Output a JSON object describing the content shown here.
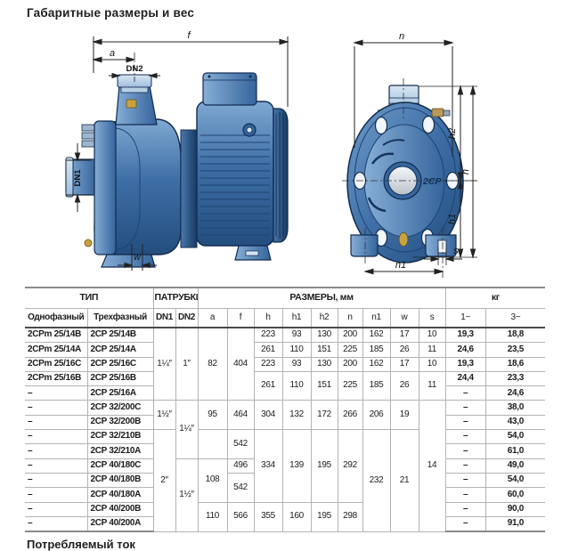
{
  "page": {
    "title": "Габаритные размеры и вес",
    "bottom_text": "Потребляемый ток"
  },
  "colors": {
    "pump_blue": "#3e6ea6",
    "pump_navy": "#122c50",
    "pump_light": "#c9dcee",
    "brass": "#c9a23f"
  },
  "drawings": {
    "side_view": {
      "dim_labels": {
        "f": "f",
        "a": "a",
        "dn2": "DN2",
        "dn1": "DN1",
        "w": "w"
      }
    },
    "front_view": {
      "dim_labels": {
        "n": "n",
        "h2": "h2",
        "h": "h",
        "h1": "h1",
        "n1": "n1",
        "s": "s"
      },
      "body_marking": "2CP"
    }
  },
  "table": {
    "groups": [
      {
        "label": "ТИП",
        "span": 2
      },
      {
        "label": "ПАТРУБКИ",
        "span": 2
      },
      {
        "label": "РАЗМЕРЫ, мм",
        "span": 9
      },
      {
        "label": "кг",
        "span": 2
      }
    ],
    "columns": [
      {
        "label": "Однофазный",
        "b": 1
      },
      {
        "label": "Трехфазный",
        "b": 1
      },
      {
        "label": "DN1",
        "b": 1
      },
      {
        "label": "DN2",
        "b": 1
      },
      {
        "label": "a"
      },
      {
        "label": "f"
      },
      {
        "label": "h"
      },
      {
        "label": "h1"
      },
      {
        "label": "h2"
      },
      {
        "label": "n"
      },
      {
        "label": "n1"
      },
      {
        "label": "w"
      },
      {
        "label": "s"
      },
      {
        "label": "1~"
      },
      {
        "label": "3~"
      }
    ],
    "rows": [
      [
        {
          "t": "2CPm 25/14B",
          "b": 1,
          "l": 1
        },
        {
          "t": "2CP 25/14B",
          "b": 1,
          "l": 1
        },
        {
          "t": "1¼″",
          "rs": 5
        },
        {
          "t": "1″",
          "rs": 5
        },
        {
          "t": "82",
          "rs": 5
        },
        {
          "t": "404",
          "rs": 5
        },
        {
          "t": "223"
        },
        {
          "t": "93"
        },
        {
          "t": "130"
        },
        {
          "t": "200"
        },
        {
          "t": "162"
        },
        {
          "t": "17"
        },
        {
          "t": "10"
        },
        {
          "t": "19,3",
          "b": 1
        },
        {
          "t": "18,8",
          "b": 1
        }
      ],
      [
        {
          "t": "2CPm 25/14A",
          "b": 1,
          "l": 1
        },
        {
          "t": "2CP 25/14A",
          "b": 1,
          "l": 1
        },
        {
          "t": "261"
        },
        {
          "t": "110"
        },
        {
          "t": "151"
        },
        {
          "t": "225"
        },
        {
          "t": "185"
        },
        {
          "t": "26"
        },
        {
          "t": "11"
        },
        {
          "t": "24,6",
          "b": 1
        },
        {
          "t": "23,5",
          "b": 1
        }
      ],
      [
        {
          "t": "2CPm 25/16C",
          "b": 1,
          "l": 1
        },
        {
          "t": "2CP 25/16C",
          "b": 1,
          "l": 1
        },
        {
          "t": "223"
        },
        {
          "t": "93"
        },
        {
          "t": "130"
        },
        {
          "t": "200"
        },
        {
          "t": "162"
        },
        {
          "t": "17"
        },
        {
          "t": "10"
        },
        {
          "t": "19,3",
          "b": 1
        },
        {
          "t": "18,6",
          "b": 1
        }
      ],
      [
        {
          "t": "2CPm 25/16B",
          "b": 1,
          "l": 1
        },
        {
          "t": "2CP 25/16B",
          "b": 1,
          "l": 1
        },
        {
          "t": "261",
          "rs": 2
        },
        {
          "t": "110",
          "rs": 2
        },
        {
          "t": "151",
          "rs": 2
        },
        {
          "t": "225",
          "rs": 2
        },
        {
          "t": "185",
          "rs": 2
        },
        {
          "t": "26",
          "rs": 2
        },
        {
          "t": "11",
          "rs": 2
        },
        {
          "t": "24,4",
          "b": 1
        },
        {
          "t": "23,3",
          "b": 1
        }
      ],
      [
        {
          "t": "–",
          "b": 1,
          "l": 1
        },
        {
          "t": "2CP 25/16A",
          "b": 1,
          "l": 1
        },
        {
          "t": "–",
          "b": 1
        },
        {
          "t": "24,6",
          "b": 1
        }
      ],
      [
        {
          "t": "–",
          "b": 1,
          "l": 1
        },
        {
          "t": "2CP 32/200C",
          "b": 1,
          "l": 1
        },
        {
          "t": "1½″",
          "rs": 2
        },
        {
          "t": "1¼″",
          "rs": 4
        },
        {
          "t": "95",
          "rs": 2
        },
        {
          "t": "464",
          "rs": 2
        },
        {
          "t": "304",
          "rs": 2
        },
        {
          "t": "132",
          "rs": 2
        },
        {
          "t": "172",
          "rs": 2
        },
        {
          "t": "266",
          "rs": 2
        },
        {
          "t": "206",
          "rs": 2
        },
        {
          "t": "19",
          "rs": 2
        },
        {
          "t": "14",
          "rs": 9
        },
        {
          "t": "–",
          "b": 1
        },
        {
          "t": "38,0",
          "b": 1
        }
      ],
      [
        {
          "t": "–",
          "b": 1,
          "l": 1
        },
        {
          "t": "2CP 32/200B",
          "b": 1,
          "l": 1
        },
        {
          "t": "–",
          "b": 1
        },
        {
          "t": "43,0",
          "b": 1
        }
      ],
      [
        {
          "t": "–",
          "b": 1,
          "l": 1
        },
        {
          "t": "2CP 32/210B",
          "b": 1,
          "l": 1
        },
        {
          "t": "2″",
          "rs": 7
        },
        {
          "t": "",
          "rs": 2
        },
        {
          "t": "542",
          "rs": 2
        },
        {
          "t": "334",
          "rs": 5
        },
        {
          "t": "139",
          "rs": 5
        },
        {
          "t": "195",
          "rs": 5
        },
        {
          "t": "292",
          "rs": 5
        },
        {
          "t": "232",
          "rs": 7
        },
        {
          "t": "21",
          "rs": 7
        },
        {
          "t": "–",
          "b": 1
        },
        {
          "t": "54,0",
          "b": 1
        }
      ],
      [
        {
          "t": "–",
          "b": 1,
          "l": 1
        },
        {
          "t": "2CP 32/210A",
          "b": 1,
          "l": 1
        },
        {
          "t": "–",
          "b": 1
        },
        {
          "t": "61,0",
          "b": 1
        }
      ],
      [
        {
          "t": "–",
          "b": 1,
          "l": 1
        },
        {
          "t": "2CP 40/180C",
          "b": 1,
          "l": 1
        },
        {
          "t": "1½″",
          "rs": 5
        },
        {
          "t": "108",
          "rs": 3
        },
        {
          "t": "496"
        },
        {
          "t": "–",
          "b": 1
        },
        {
          "t": "49,0",
          "b": 1
        }
      ],
      [
        {
          "t": "–",
          "b": 1,
          "l": 1
        },
        {
          "t": "2CP 40/180B",
          "b": 1,
          "l": 1
        },
        {
          "t": "542",
          "rs": 2
        },
        {
          "t": "–",
          "b": 1
        },
        {
          "t": "54,0",
          "b": 1
        }
      ],
      [
        {
          "t": "–",
          "b": 1,
          "l": 1
        },
        {
          "t": "2CP 40/180A",
          "b": 1,
          "l": 1
        },
        {
          "t": "–",
          "b": 1
        },
        {
          "t": "60,0",
          "b": 1
        }
      ],
      [
        {
          "t": "–",
          "b": 1,
          "l": 1
        },
        {
          "t": "2CP 40/200B",
          "b": 1,
          "l": 1
        },
        {
          "t": "110",
          "rs": 2
        },
        {
          "t": "566",
          "rs": 2
        },
        {
          "t": "355",
          "rs": 2
        },
        {
          "t": "160",
          "rs": 2
        },
        {
          "t": "195",
          "rs": 2
        },
        {
          "t": "298",
          "rs": 2
        },
        {
          "t": "–",
          "b": 1
        },
        {
          "t": "90,0",
          "b": 1
        }
      ],
      [
        {
          "t": "–",
          "b": 1,
          "l": 1
        },
        {
          "t": "2CP 40/200A",
          "b": 1,
          "l": 1
        },
        {
          "t": "–",
          "b": 1
        },
        {
          "t": "91,0",
          "b": 1
        }
      ]
    ]
  }
}
